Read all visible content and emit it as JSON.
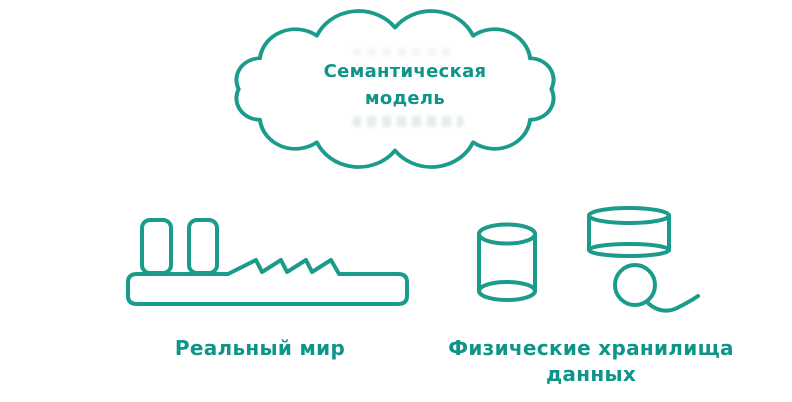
{
  "colors": {
    "accent": "#1a9b8b",
    "label_text": "#0e9488",
    "artifact": "#aebfc2"
  },
  "cloud": {
    "label_line1": "Семантическая",
    "label_line2": "модель"
  },
  "labels": {
    "real_world": "Реальный мир",
    "physical_storage_line1": "Физические хранилища",
    "physical_storage_line2": "данных"
  },
  "icons": {
    "cloud": "cloud-outline-icon",
    "factory": "factory-building-icon",
    "tall_cylinder": "database-cylinder-icon",
    "wide_cylinder": "disk-cylinder-icon",
    "tape": "tape-reel-icon"
  }
}
